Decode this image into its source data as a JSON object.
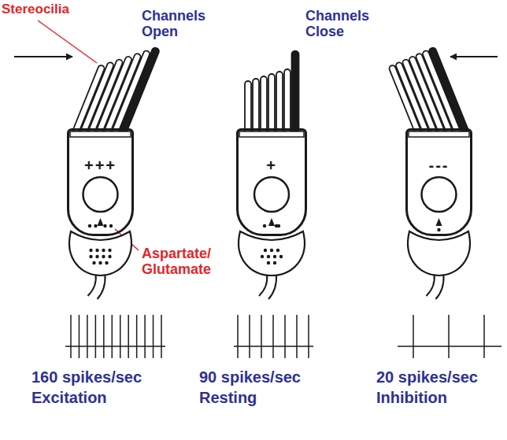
{
  "diagram": {
    "nodes": [
      {
        "text": [
          "+++"
        ]
      },
      {
        "text": [
          "+"
        ]
      },
      {
        "text": [
          "---"
        ]
      }
    ],
    "labels": [
      "Stereocilia",
      "Channels Open",
      "Channels Close",
      "Aspartate/ Glutamate",
      "160 spikes/sec",
      "Excitation",
      "90 spikes/sec",
      "Resting",
      "20 spikes/sec",
      "Inhibition"
    ]
  }
}
